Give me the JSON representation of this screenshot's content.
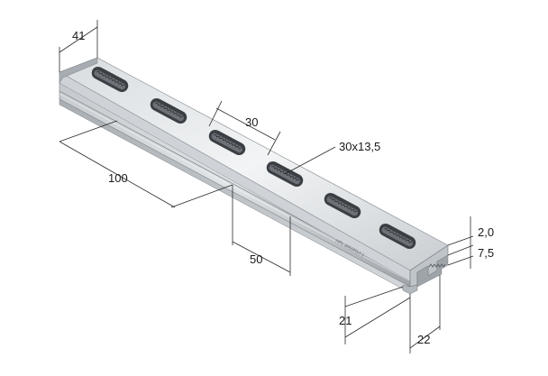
{
  "dimensions": {
    "width_top": "41",
    "slot_pitch": "30",
    "slot_size": "30x13,5",
    "length_pitch": "100",
    "edge_offset": "50",
    "thickness": "2,0",
    "lip_height": "7,5",
    "height": "21",
    "opening": "22"
  },
  "stamp": "HPL 3050R14 1",
  "colors": {
    "steel_light": "#e4e7ea",
    "steel_mid": "#b9bec3",
    "steel_dark": "#8b9196",
    "slot_dark": "#3b3f43"
  }
}
